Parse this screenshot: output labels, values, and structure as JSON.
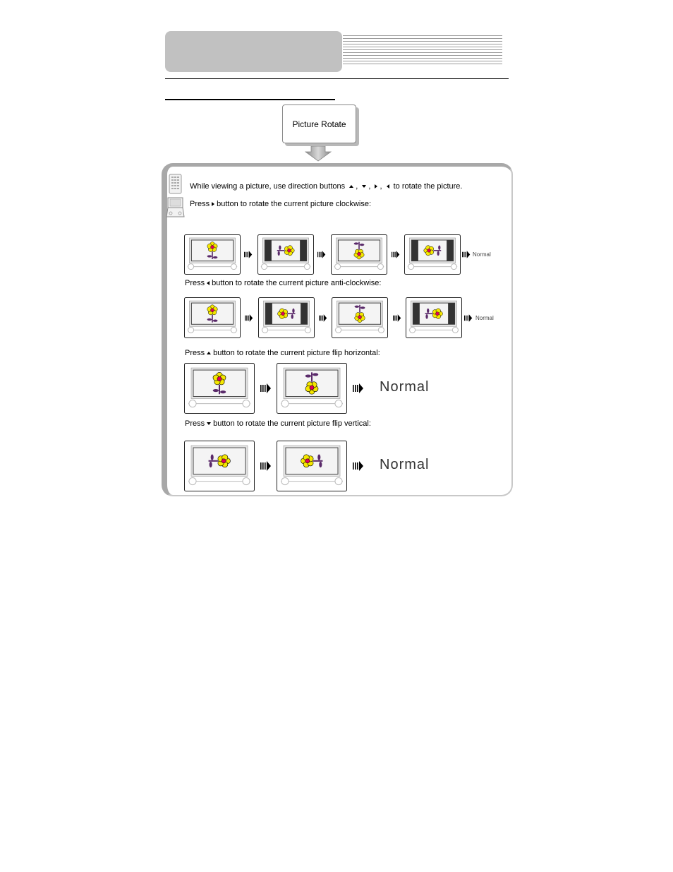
{
  "menu": {
    "label": "Picture Rotate"
  },
  "intro": {
    "line1_before": "While viewing a picture, use direction buttons",
    "sep1": ",",
    "sep2": ",",
    "sep3": ",",
    "line1_after": "to rotate the picture."
  },
  "sections": {
    "clockwise": {
      "press": "Press",
      "text": "button to rotate the current picture clockwise:"
    },
    "anticlockwise": {
      "press": "Press",
      "text": "button to rotate the current picture anti-clockwise:"
    },
    "flip_h": {
      "press": "Press",
      "text": "button to rotate the current picture flip horizontal:"
    },
    "flip_v": {
      "press": "Press",
      "text": "button to rotate the current picture flip vertical:"
    }
  },
  "normal_label": "Normal",
  "icons": {
    "remote": "remote-control-icon",
    "player": "portable-player-icon",
    "arrow_down": "down-arrow-icon",
    "next": "striped-arrow-icon",
    "flower": "flower-picture-icon"
  },
  "colors": {
    "header_gray": "#c1c1c1",
    "petal": "#f5e600",
    "center": "#e0005a",
    "stem": "#5a2a6a"
  }
}
